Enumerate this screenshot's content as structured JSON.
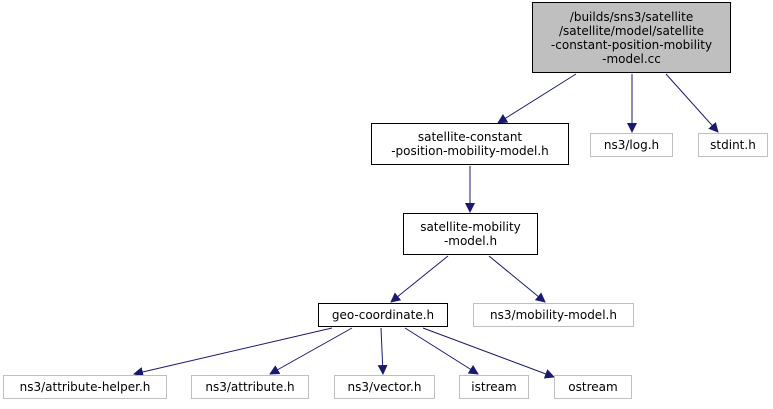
{
  "graph": {
    "colors": {
      "edge": "#191970",
      "root_fill": "#bfbfbf",
      "node_border": "#000000",
      "external_border": "#bfbfbf",
      "text": "#000000"
    },
    "nodes": [
      {
        "id": "root",
        "kind": "root",
        "lines": [
          "/builds/sns3/satellite",
          "/satellite/model/satellite",
          "-constant-position-mobility",
          "-model.cc"
        ]
      },
      {
        "id": "constpos",
        "kind": "internal",
        "lines": [
          "satellite-constant",
          "-position-mobility-model.h"
        ]
      },
      {
        "id": "log",
        "kind": "external",
        "lines": [
          "ns3/log.h"
        ]
      },
      {
        "id": "stdint",
        "kind": "external",
        "lines": [
          "stdint.h"
        ]
      },
      {
        "id": "satmob",
        "kind": "internal",
        "lines": [
          "satellite-mobility",
          "-model.h"
        ]
      },
      {
        "id": "geo",
        "kind": "internal",
        "lines": [
          "geo-coordinate.h"
        ]
      },
      {
        "id": "mobmodel",
        "kind": "external",
        "lines": [
          "ns3/mobility-model.h"
        ]
      },
      {
        "id": "attrhelper",
        "kind": "external",
        "lines": [
          "ns3/attribute-helper.h"
        ]
      },
      {
        "id": "attr",
        "kind": "external",
        "lines": [
          "ns3/attribute.h"
        ]
      },
      {
        "id": "vector",
        "kind": "external",
        "lines": [
          "ns3/vector.h"
        ]
      },
      {
        "id": "istream",
        "kind": "external",
        "lines": [
          "istream"
        ]
      },
      {
        "id": "ostream",
        "kind": "external",
        "lines": [
          "ostream"
        ]
      }
    ],
    "edges": [
      {
        "from": "root",
        "to": "constpos"
      },
      {
        "from": "root",
        "to": "log"
      },
      {
        "from": "root",
        "to": "stdint"
      },
      {
        "from": "constpos",
        "to": "satmob"
      },
      {
        "from": "satmob",
        "to": "geo"
      },
      {
        "from": "satmob",
        "to": "mobmodel"
      },
      {
        "from": "geo",
        "to": "attrhelper"
      },
      {
        "from": "geo",
        "to": "attr"
      },
      {
        "from": "geo",
        "to": "vector"
      },
      {
        "from": "geo",
        "to": "istream"
      },
      {
        "from": "geo",
        "to": "ostream"
      }
    ]
  }
}
